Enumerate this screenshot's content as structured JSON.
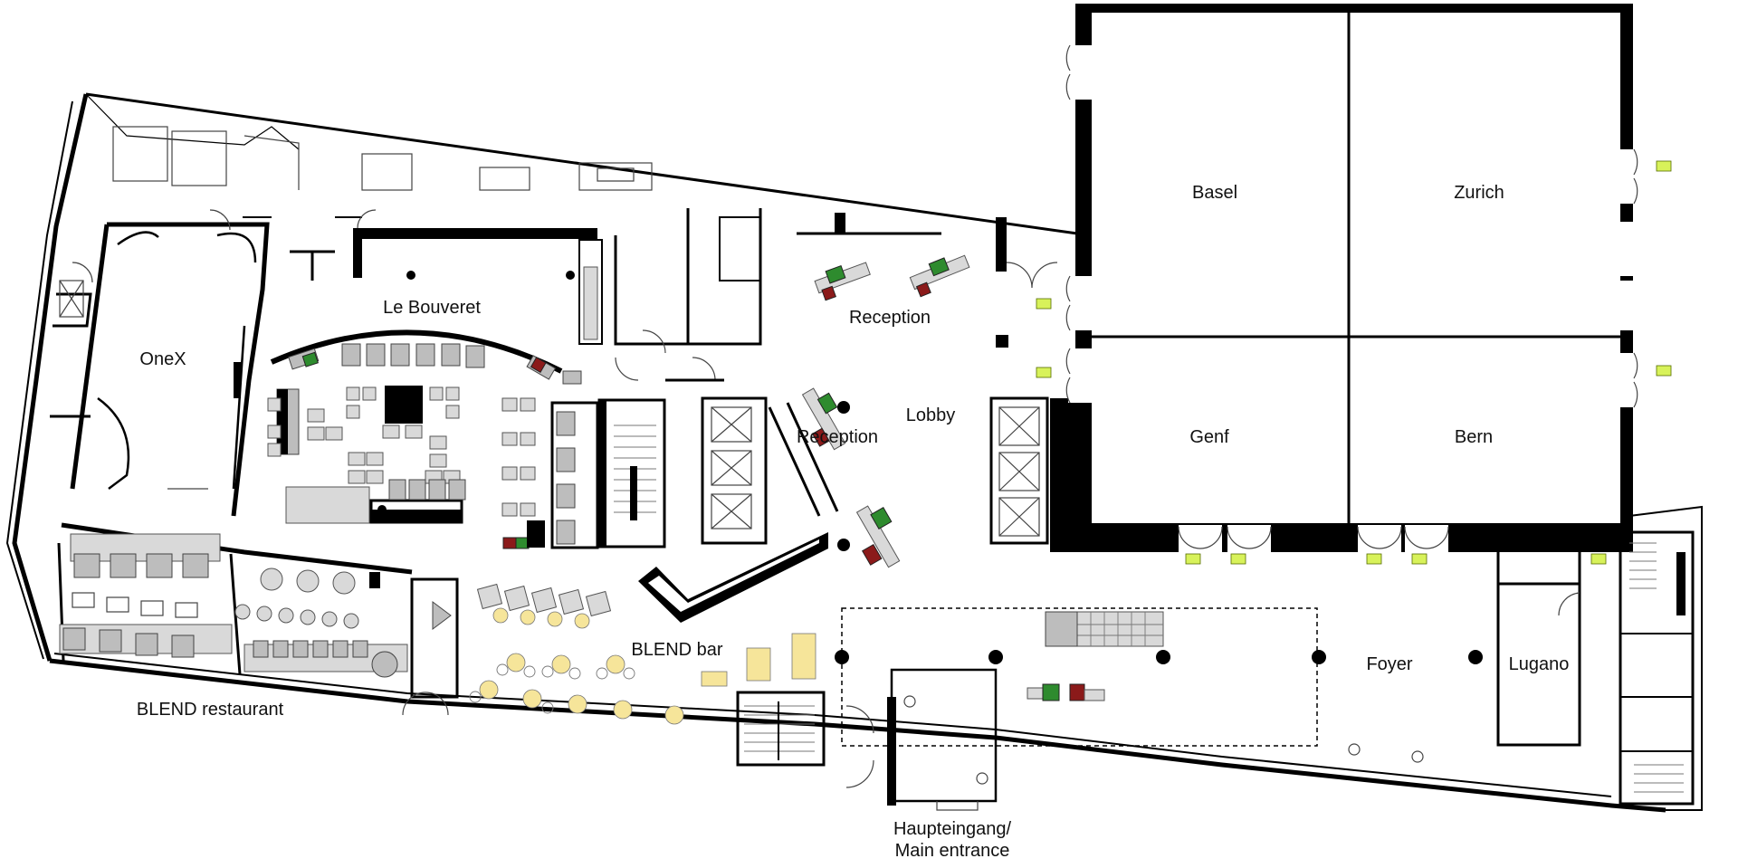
{
  "rooms": {
    "basel": "Basel",
    "zurich": "Zurich",
    "genf": "Genf",
    "bern": "Bern",
    "reception_top": "Reception",
    "reception_mid": "Reception",
    "lobby": "Lobby",
    "le_bouveret": "Le Bouveret",
    "onex": "OneX",
    "blend_bar": "BLEND bar",
    "blend_restaurant": "BLEND restaurant",
    "foyer": "Foyer",
    "lugano": "Lugano",
    "main_entrance_line1": "Haupteingang/",
    "main_entrance_line2": "Main entrance"
  },
  "colors": {
    "wall": "#000000",
    "furniture": "#bdbdbd",
    "reception_green": "#2e8b2e",
    "reception_red": "#8b1a1a",
    "bar_seating": "#f6e59a",
    "exit_sign": "#d8f25a"
  }
}
